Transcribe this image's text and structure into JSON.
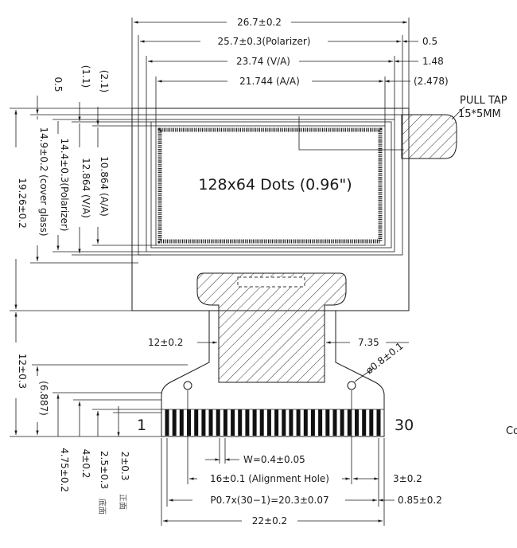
{
  "display_label": "128x64 Dots (0.96\")",
  "pull_tape_label": "PULL TAP",
  "pull_tape_size": "15*5MM",
  "cut_text": "Co",
  "pin_first": "1",
  "pin_last": "30",
  "top_dims": {
    "overall": "26.7±0.2",
    "polarizer": "25.7±0.3(Polarizer)",
    "polarizer_offset": "0.5",
    "va": "23.74  (V/A)",
    "va_offset": "1.48",
    "aa": "21.744  (A/A)",
    "aa_offset": "(2.478)"
  },
  "left_dims": {
    "offset_05": "0.5",
    "offset_11": "(1.1)",
    "offset_21": "(2.1)",
    "cover_glass": "14.9±0.2 (cover glass)",
    "polarizer": "14.4±0.3(Polarizer)",
    "va": "12.864  (V/A)",
    "aa": "10.864  (A/A)",
    "overall": "19.26±0.2"
  },
  "fpc_dims": {
    "fpc_width": "12±0.2",
    "fpc_offset": "7.35",
    "hole_dia": "ø0.8±0.1",
    "fpc_length": "12±0.3",
    "hole_height": "(6.887)",
    "dim_475": "4.75±0.2",
    "dim_4": "4±0.2",
    "dim_25": "2.5±0.3",
    "dim_25_note": "底面",
    "dim_2": "2±0.3",
    "dim_2_note": "正面"
  },
  "bottom_dims": {
    "pin_width": "W=0.4±0.05",
    "alignment": "16±0.1  (Alignment Hole)",
    "align_offset": "3±0.2",
    "pitch": "P0.7x(30−1)=20.3±0.07",
    "pitch_offset": "0.85±0.2",
    "total": "22±0.2"
  }
}
